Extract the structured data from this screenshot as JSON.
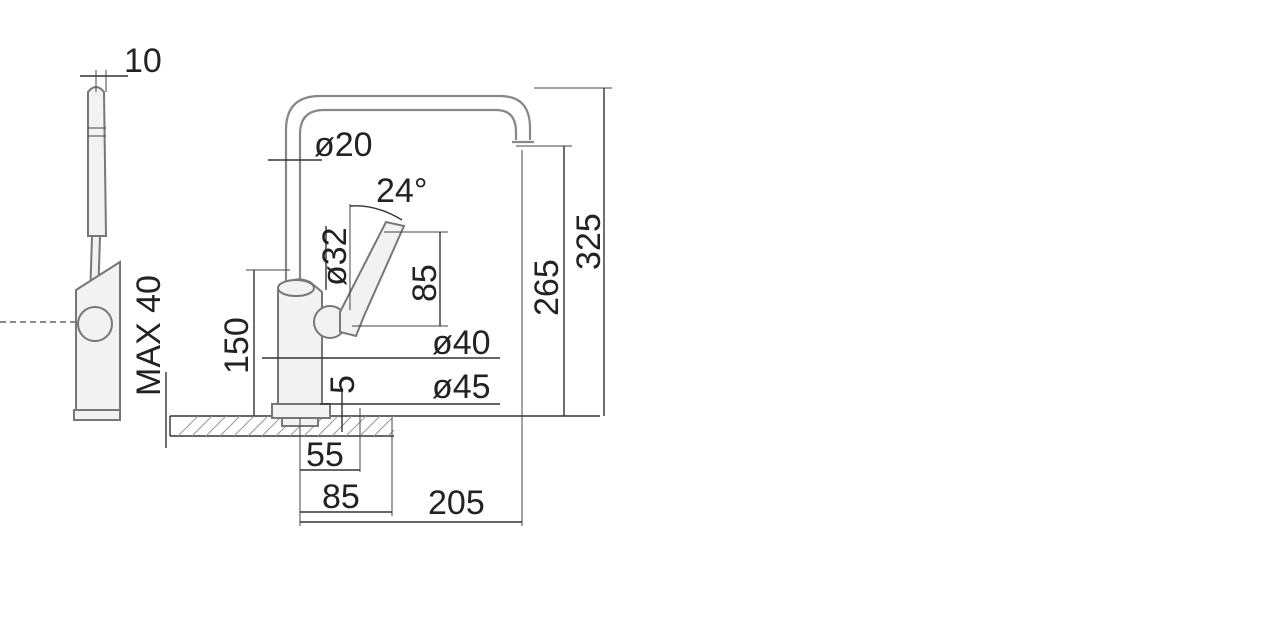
{
  "diagram": {
    "dimensions": {
      "side_width": "10",
      "spout_diameter": "ø20",
      "lever_angle": "24°",
      "body_diameter": "ø32",
      "lever_height": "85",
      "base_diameter_inner": "ø40",
      "base_diameter_outer": "ø45",
      "body_height": "150",
      "gap": "5",
      "max_counter_thickness": "MAX 40",
      "total_height": "325",
      "spout_height": "265",
      "base_offset_small": "55",
      "base_offset_large": "85",
      "reach": "205"
    }
  }
}
